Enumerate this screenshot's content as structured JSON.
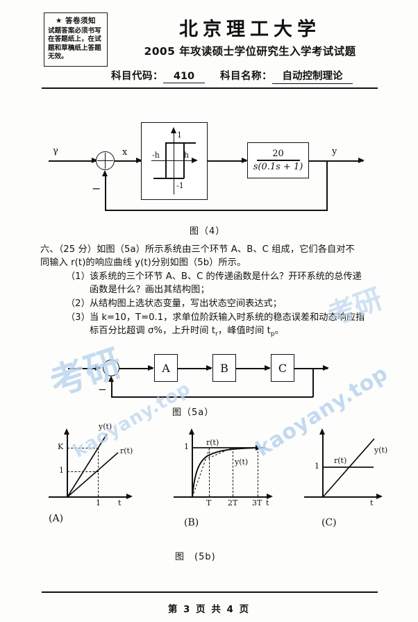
{
  "header": {
    "notice_title": "★ 答卷须知",
    "notice_body": "试题答案必须书写在答题纸上，在试题和草稿纸上答题无效。",
    "university": "北京理工大学",
    "exam_title": "2005 年攻读硕士学位研究生入学考试试题",
    "subject_code_label": "科目代码：",
    "subject_code_value": "410",
    "subject_name_label": "科目名称：",
    "subject_name_value": "自动控制理论"
  },
  "figure4": {
    "caption": "图（4）",
    "input_label": "γ",
    "error_label": "x",
    "output_label": "y",
    "minus_sign": "−",
    "relay": {
      "top_level": "1",
      "bottom_level": "-1",
      "neg_threshold": "-h",
      "pos_threshold": "h"
    },
    "plant_numerator": "20",
    "plant_denominator": "s(0.1s + 1)"
  },
  "question": {
    "intro_line1": "六、（25 分）如图（5a）所示系统由三个环节 A、B、C 组成，它们各自对不",
    "intro_line2": "同输入 r(t)的响应曲线 y(t)分别如图（5b）所示。",
    "items": [
      {
        "num": "（1）",
        "line1": "该系统的三个环节 A、B、C 的传递函数是什么？开环系统的总传递",
        "line2": "函数是什么？画出其结构图；"
      },
      {
        "num": "（2）",
        "line1": "从结构图上选状态变量，写出状态空间表达式；",
        "line2": ""
      },
      {
        "num": "（3）",
        "line1": "当 k=10，T=0.1，求单位阶跃输入时系统的稳态误差和动态响应指",
        "line2": "标百分比超调 σ%，上升时间 t",
        "line2_sub1": "r",
        "line2_mid": "，峰值时间 t",
        "line2_sub2": "p",
        "line2_end": "。"
      }
    ]
  },
  "figure5a": {
    "caption": "图（5a）",
    "blocks": [
      "A",
      "B",
      "C"
    ],
    "minus_sign": "−"
  },
  "figure5b": {
    "caption": "图　(5b)",
    "panels": [
      {
        "label": "(A)",
        "x_axis": "t",
        "curves": [
          "y(t)",
          "r(t)"
        ],
        "y_ticks": [
          "K",
          "1"
        ],
        "x_ticks": [
          "1"
        ]
      },
      {
        "label": "(B)",
        "x_axis": "t",
        "curves": [
          "r(t)",
          "y(t)"
        ],
        "y_ticks": [
          "1"
        ],
        "x_ticks": [
          "T",
          "2T",
          "3T"
        ]
      },
      {
        "label": "(C)",
        "x_axis": "t",
        "curves": [
          "r(t)",
          "y(t)"
        ],
        "y_ticks": [
          "1"
        ],
        "x_ticks": []
      }
    ]
  },
  "watermarks": {
    "latin_right": "kaoyany.top",
    "cjk_left": "考研",
    "color": "#bcd6ef"
  },
  "footer": {
    "text": "第 3 页 共 4 页"
  },
  "chart_data": [
    {
      "type": "line",
      "title": "(A)",
      "xlabel": "t",
      "ylabel": "",
      "series": [
        {
          "name": "y(t)",
          "x": [
            0,
            1.22
          ],
          "values": [
            0,
            2.2
          ]
        },
        {
          "name": "r(t)",
          "x": [
            0,
            1.55
          ],
          "values": [
            0,
            1.27
          ]
        }
      ],
      "annotations": [
        "K",
        "1",
        "1"
      ],
      "note": "proportional element: y = K r, both ramps from origin; dashed lines mark K and 1 at t=1"
    },
    {
      "type": "line",
      "title": "(B)",
      "xlabel": "t",
      "ylabel": "",
      "series": [
        {
          "name": "r(t)",
          "x": [
            0,
            0,
            3.6
          ],
          "values": [
            0,
            1,
            1
          ]
        },
        {
          "name": "y(t)",
          "x": [
            0,
            1,
            2,
            3,
            3.6
          ],
          "values": [
            0,
            0.632,
            0.865,
            0.95,
            0.975
          ]
        }
      ],
      "xticks": [
        "T",
        "2T",
        "3T"
      ],
      "yticks": [
        "1"
      ],
      "note": "first-order lag step response, exponential approach to 1"
    },
    {
      "type": "line",
      "title": "(C)",
      "xlabel": "t",
      "ylabel": "",
      "series": [
        {
          "name": "r(t)",
          "x": [
            0,
            2.6
          ],
          "values": [
            1,
            1
          ]
        },
        {
          "name": "y(t)",
          "x": [
            0,
            2.9
          ],
          "values": [
            0,
            2.1
          ]
        }
      ],
      "yticks": [
        "1"
      ],
      "note": "integrator: step input gives ramp output"
    }
  ]
}
